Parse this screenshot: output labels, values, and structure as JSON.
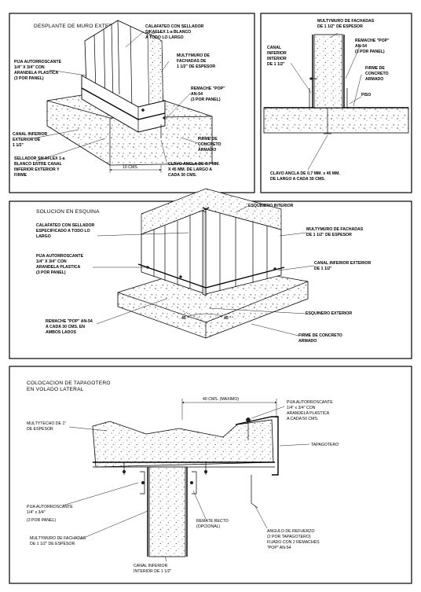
{
  "panel1": {
    "title": "DESPLANTE DE MURO EXTERIOR",
    "labels": {
      "calafateo": [
        "CALAFATEO CON SELLADOR",
        "SIKAFLEX 1-a BLANCO",
        "A TODO LO LARGO"
      ],
      "multymuro": [
        "MULTYMURO DE",
        "FACHADAS DE",
        "1 1/2\" DE ESPESOR"
      ],
      "pija": [
        "PIJA AUTORROSCANTE",
        "1/4\" X 3/4\" CON",
        "ARANDELA PLASTICA",
        "(3 POR PANEL)"
      ],
      "remache": [
        "REMACHE \"POP\"",
        "AN-54",
        "(3 POR PANEL)"
      ],
      "canal": [
        "CANAL INFERIOR",
        "EXTERIOR DE",
        "1 1/2\""
      ],
      "firme": [
        "FIRME DE",
        "CONCRETO",
        "ARMADO"
      ],
      "sellador": [
        "SELLADOR SIKAFLEX 1-a",
        "BLANCO ENTRE CANAL",
        "INFERIOR EXTERIOR Y",
        "FIRME"
      ],
      "clavo": [
        "CLAVO ANCLA DE 0.7 MM.",
        "X 45 MM. DE LARGO A",
        "CADA 30 CMS."
      ],
      "dim": "10 CMS"
    }
  },
  "panel2": {
    "labels": {
      "multymuro": [
        "MULTYMURO DE FACHADAS",
        "DE 1 1/2\" DE ESPESOR"
      ],
      "canal": [
        "CANAL",
        "INFERIOR",
        "INTERIOR",
        "DE 1 1/2\""
      ],
      "remache": [
        "REMACHE \"POP\"",
        "AN-54",
        "(3 POR PANEL)"
      ],
      "firme": [
        "FIRME DE",
        "CONCRETO",
        "ARMADO"
      ],
      "piso": "PISO",
      "clavo": [
        "CLAVO ANCLA DE 0.7 MM. x 45 MM.",
        "DE LARGO A CADA 30 CMS."
      ]
    }
  },
  "panel3": {
    "title": "SOLUCION EN ESQUINA",
    "labels": {
      "esquinero_int": "ESQUINERO INTERIOR",
      "calafateo": [
        "CALAFATEO CON SELLADOR",
        "ESPECIFICADO A TODO LO",
        "LARGO"
      ],
      "multymuro": [
        "MULTYMURO DE FACHADAS",
        "DE 1 1/2\" DE ESPESOR"
      ],
      "pija": [
        "PIJA AUTORROSCANTE",
        "1/4\" X 3/4\" CON",
        "ARANDELA PLASTICA",
        "(3 POR PANEL)"
      ],
      "canal": [
        "CANAL INFERIOR EXTERIOR",
        "DE 1 1/2\""
      ],
      "remache": [
        "REMACHE \"POP\" AN-54",
        "A CADA 30 CMS. EN",
        "AMBOS LADOS"
      ],
      "angle1": "45 °",
      "angle2": "45 °",
      "esquinero_ext": "ESQUINERO EXTERIOR",
      "firme": [
        "FIRME DE CONCRETO",
        "ARMADO"
      ]
    }
  },
  "panel4": {
    "title": [
      "COLOCACION DE TAPAGOTERO",
      "EN VOLADO LATERAL"
    ],
    "labels": {
      "dim": "40 CMS. (MAXIMO)",
      "multytecho": [
        "MULTYTECHO DE 1\"",
        "DE ESPESOR"
      ],
      "pija_top": [
        "PIJA AUTORROSCANTE",
        "1/4\" x 3/4\" CON",
        "ARANDELA PLASTICA",
        "A CADA 50 CMS."
      ],
      "tapagotero": "TAPAGOTERO",
      "pija_left": [
        "PIJA AUTORROSCANTE",
        "1/4\" x 3/4\"",
        "(3 POR PANEL)"
      ],
      "remate": [
        "REMATE RECTO",
        "(OPCIONAL)"
      ],
      "angulo": [
        "ANGULO DE REFUERZO",
        "(2 POR TAPAGOTERO)",
        "FIJADO CON 2 REMACHES",
        "\"POP\" AN-54"
      ],
      "multymuro": [
        "MULTYMURO DE FACHADAS",
        "DE 1 1/2\" DE ESPESOR"
      ],
      "canal": [
        "CANAL INFERIOR",
        "INTERIOR DE 1 1/2\""
      ]
    }
  }
}
